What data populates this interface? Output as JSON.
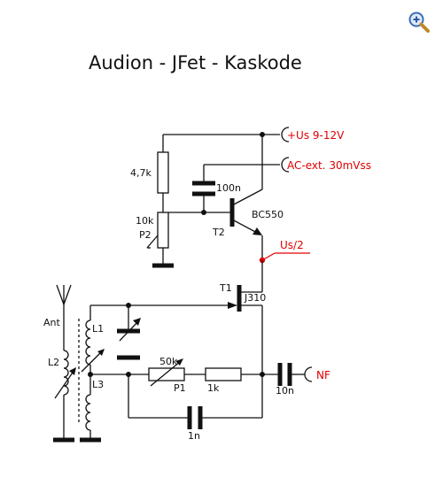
{
  "title": "Audion - JFet - Kaskode",
  "toolbar": {
    "zoom_icon": "magnifier-plus-icon"
  },
  "colors": {
    "wire": "#111111",
    "accent": "#e00000"
  },
  "labels": {
    "supply": "+Us 9-12V",
    "ac_ext": "AC-ext. 30mVss",
    "half_supply": "Us/2",
    "nf": "NF",
    "r_4k7": "4,7k",
    "c_100n": "100n",
    "r_10k": "10k",
    "p2": "P2",
    "t2": "T2",
    "bc550": "BC550",
    "t1": "T1",
    "j310": "J310",
    "ant": "Ant",
    "l1": "L1",
    "l2": "L2",
    "l3": "L3",
    "r_50k": "50k",
    "p1": "P1",
    "r_1k": "1k",
    "c_10n": "10n",
    "c_1n": "1n"
  }
}
